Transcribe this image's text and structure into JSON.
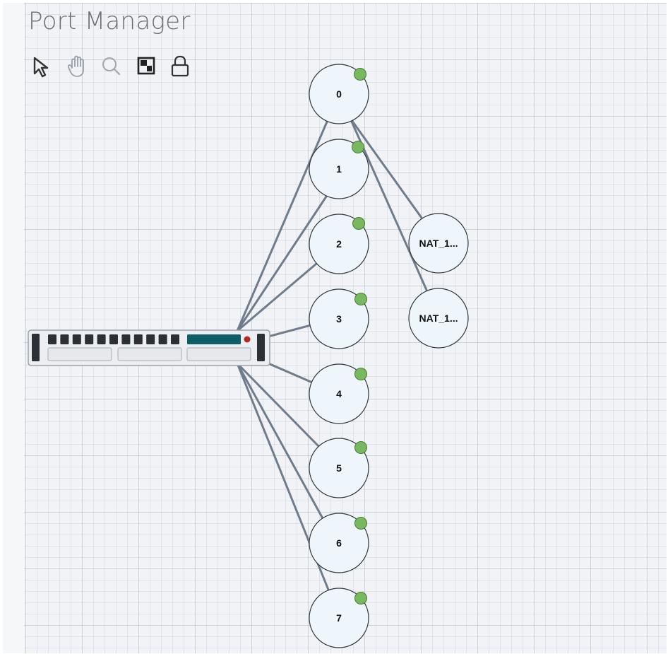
{
  "header": {
    "title": "Port Manager"
  },
  "toolbar": {
    "tools": [
      {
        "icon": "pointer-icon"
      },
      {
        "icon": "hand-pan-icon"
      },
      {
        "icon": "zoom-icon"
      },
      {
        "icon": "fit-view-icon"
      },
      {
        "icon": "lock-icon"
      }
    ]
  },
  "topology": {
    "switch": {
      "icon": "switch-icon",
      "status_color": "#b3261e",
      "display_color": "#0e5e66"
    },
    "port_nodes": [
      {
        "label": "0",
        "status": "up"
      },
      {
        "label": "1",
        "status": "up"
      },
      {
        "label": "2",
        "status": "up"
      },
      {
        "label": "3",
        "status": "up"
      },
      {
        "label": "4",
        "status": "up"
      },
      {
        "label": "5",
        "status": "up"
      },
      {
        "label": "6",
        "status": "up"
      },
      {
        "label": "7",
        "status": "up"
      }
    ],
    "nat_nodes": [
      {
        "label": "NAT_1..."
      },
      {
        "label": "NAT_1..."
      }
    ],
    "status_up_color": "#78b85e",
    "node_fill": "#eef6fb",
    "link_color": "#6f7c8c"
  }
}
